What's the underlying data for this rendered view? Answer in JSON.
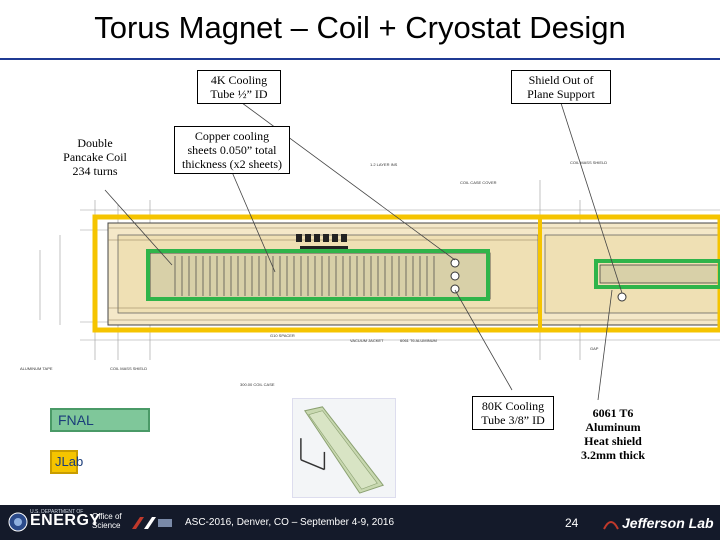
{
  "title": "Torus Magnet – Coil + Cryostat Design",
  "callouts": {
    "cooling_tube_4k": "4K Cooling\nTube ½” ID",
    "shield_support": "Shield Out of\nPlane Support",
    "double_pancake": "Double\nPancake Coil\n234 turns",
    "copper_sheets": "Copper cooling\nsheets 0.050” total\nthickness (x2 sheets)",
    "cooling_tube_80k": "80K Cooling\nTube 3/8” ID",
    "heat_shield": "6061 T6\nAluminum\nHeat shield\n3.2mm thick"
  },
  "badges": {
    "fnal": "FNAL",
    "jlab": "JLab"
  },
  "footer": {
    "doe_small": "U.S. DEPARTMENT OF",
    "doe_name": "ENERGY",
    "doe_office": "Office of\nScience",
    "conference": "ASC-2016, Denver, CO – September 4-9, 2016",
    "page_number": "24",
    "lab_name": "Jefferson Lab"
  },
  "colors": {
    "title_rule": "#1f3a93",
    "highlight_yellow": "#f5c400",
    "highlight_green": "#2fb44a",
    "footer_bg": "#141a2a"
  }
}
